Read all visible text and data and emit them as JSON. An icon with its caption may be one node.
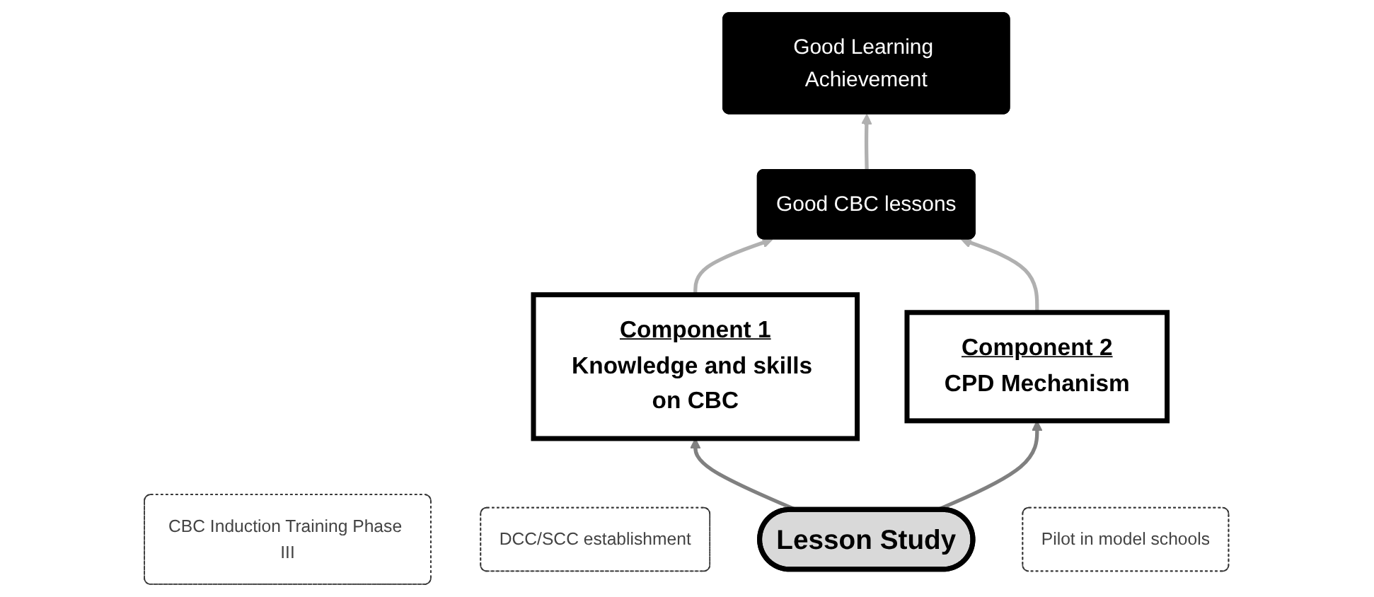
{
  "diagram": {
    "nodes": [
      {
        "text": [
          "Good Learning Achievement"
        ]
      },
      {
        "text": [
          "Good CBC lessons"
        ]
      },
      {
        "text": [
          "CBC Induction Training Phase III"
        ]
      },
      {
        "text": [
          "DCC/SCC establishment"
        ]
      },
      {
        "text": [
          "Component 1",
          "Knowledge and skills on CBC"
        ]
      },
      {
        "text": [
          "Lesson Study"
        ]
      },
      {
        "text": [
          "Pilot in model schools"
        ]
      },
      {
        "text": [
          "Component 2",
          "CPD Mechanism"
        ]
      }
    ],
    "edges": [
      {
        "from": 1,
        "to": 0,
        "arrow": "to"
      },
      {
        "from": 4,
        "to": 1,
        "arrow": "to"
      },
      {
        "from": 7,
        "to": 1,
        "arrow": "to"
      },
      {
        "from": 5,
        "to": 4,
        "arrow": "to",
        "color": "#808080"
      },
      {
        "from": 5,
        "to": 7,
        "arrow": "to",
        "color": "#808080"
      }
    ]
  }
}
